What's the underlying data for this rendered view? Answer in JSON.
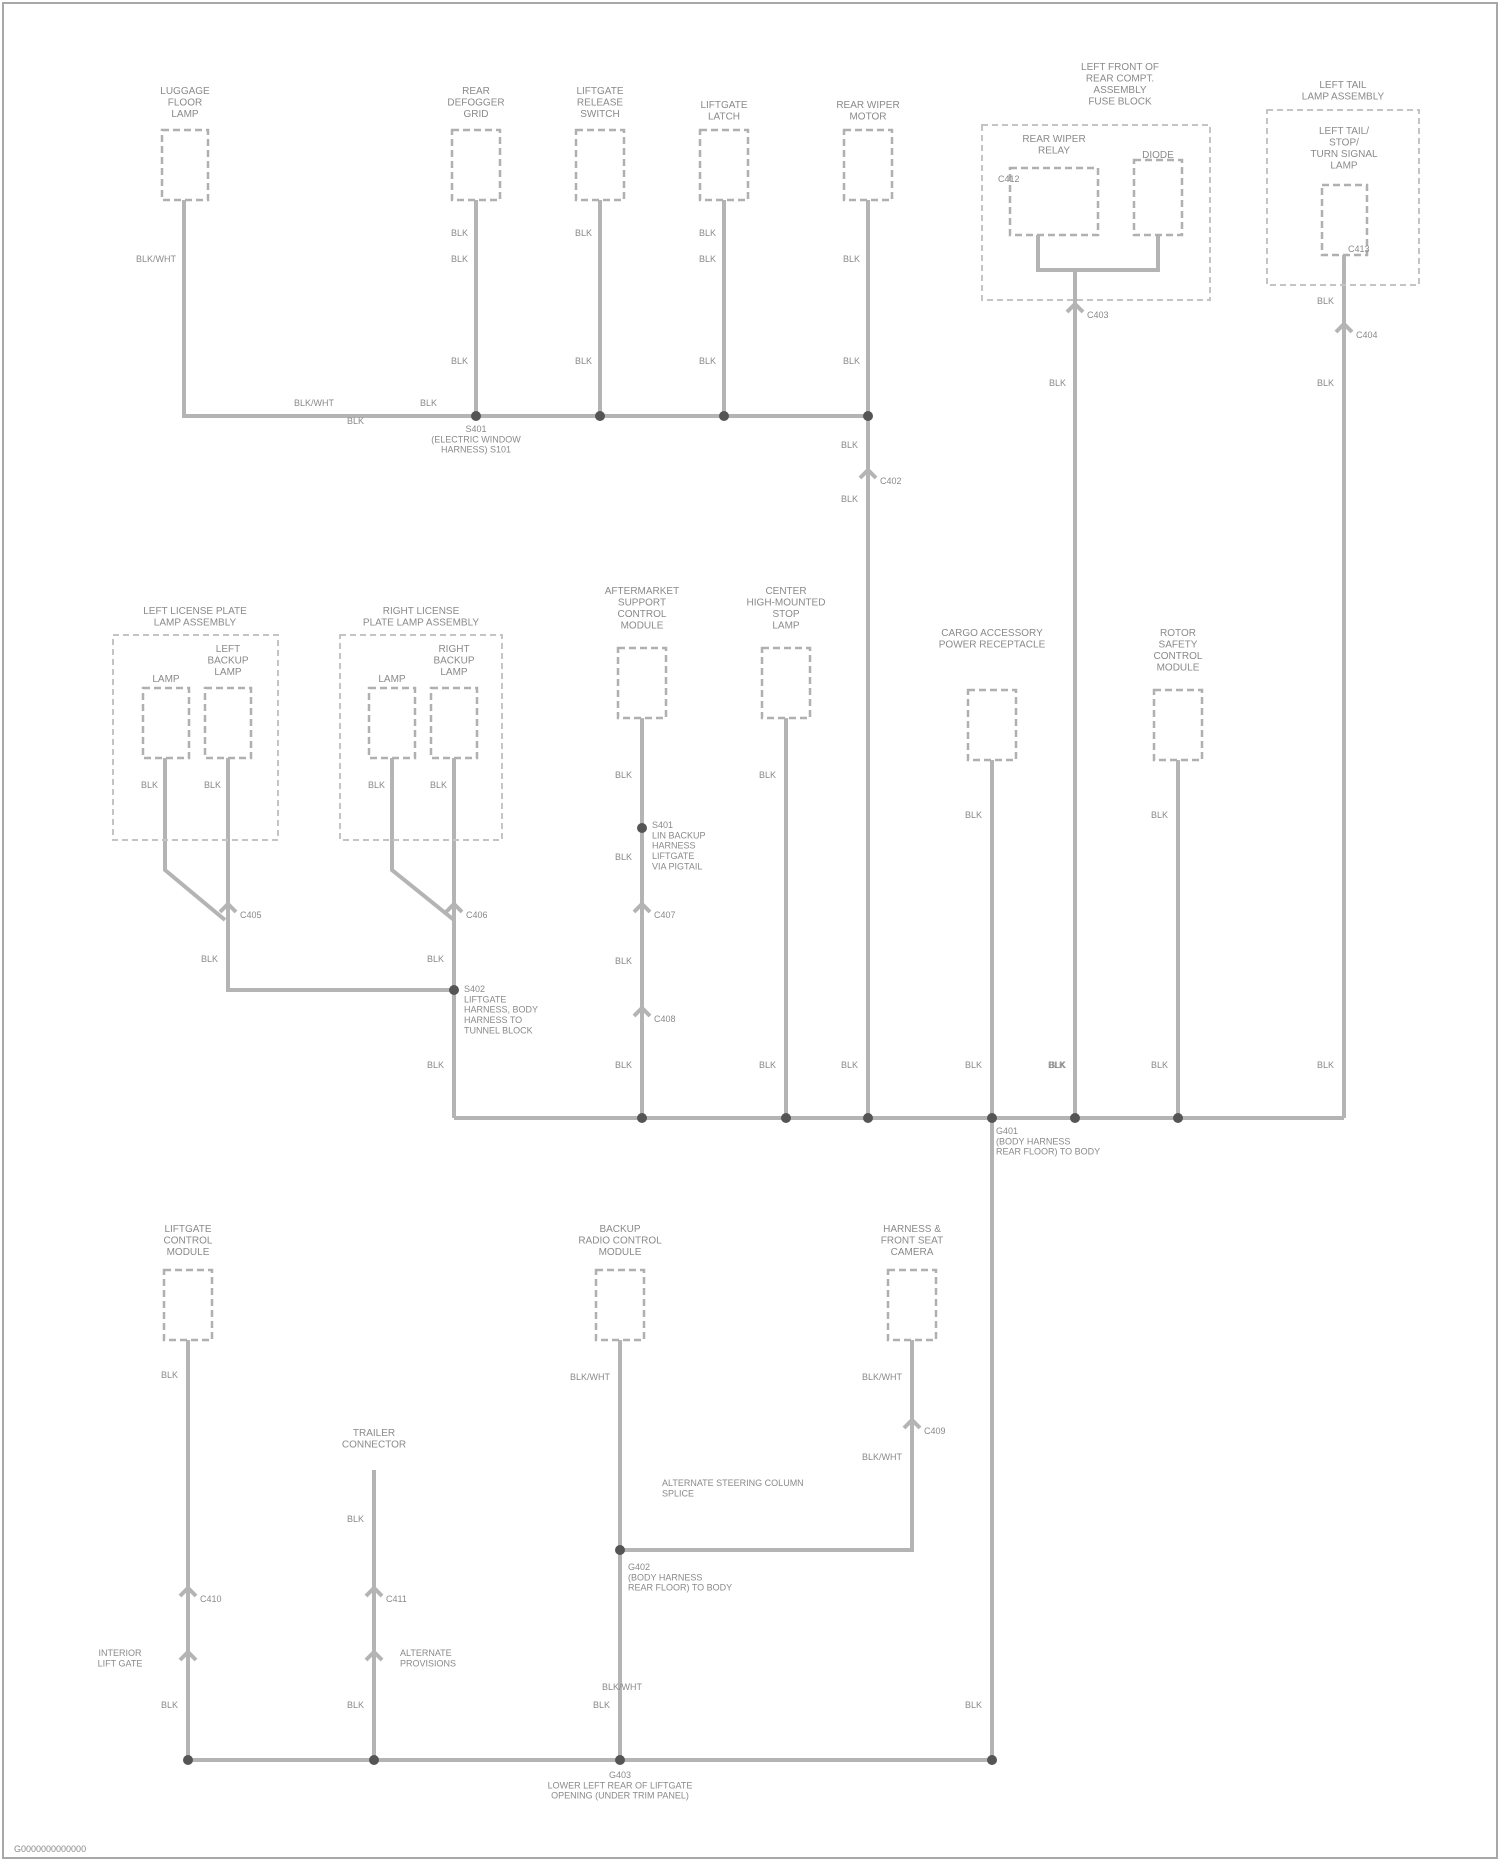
{
  "footer_code": "G0000000000000",
  "components": [
    {
      "id": "c1",
      "label": [
        "LUGGAGE",
        "FLOOR",
        "LAMP"
      ]
    },
    {
      "id": "c2",
      "label": [
        "REAR",
        "DEFOGGER",
        "GRID"
      ]
    },
    {
      "id": "c3",
      "label": [
        "LIFTGATE",
        "RELEASE",
        "SWITCH"
      ]
    },
    {
      "id": "c4",
      "label": [
        "LIFTGATE",
        "LATCH"
      ]
    },
    {
      "id": "c5",
      "label": [
        "REAR WIPER",
        "MOTOR"
      ]
    },
    {
      "id": "c6",
      "label": [
        "LEFT FRONT OF",
        "REAR COMPT.",
        "ASSEMBLY",
        "FUSE BLOCK"
      ]
    },
    {
      "id": "c6a",
      "label": [
        "REAR WIPER",
        "RELAY"
      ]
    },
    {
      "id": "c6b",
      "label": [
        "DIODE"
      ]
    },
    {
      "id": "c7",
      "label": [
        "LEFT TAIL",
        "LAMP ASSEMBLY"
      ]
    },
    {
      "id": "c7a",
      "label": [
        "LEFT TAIL/",
        "STOP/",
        "TURN SIGNAL",
        "LAMP"
      ]
    },
    {
      "id": "c8",
      "label": [
        "LEFT LICENSE PLATE",
        "LAMP ASSEMBLY"
      ]
    },
    {
      "id": "c8a",
      "label": [
        "LAMP"
      ]
    },
    {
      "id": "c8b",
      "label": [
        "LEFT",
        "BACKUP",
        "LAMP"
      ]
    },
    {
      "id": "c9",
      "label": [
        "RIGHT LICENSE",
        "PLATE LAMP ASSEMBLY"
      ]
    },
    {
      "id": "c9a",
      "label": [
        "LAMP"
      ]
    },
    {
      "id": "c9b",
      "label": [
        "RIGHT",
        "BACKUP",
        "LAMP"
      ]
    },
    {
      "id": "c10",
      "label": [
        "AFTERMARKET",
        "SUPPORT",
        "CONTROL",
        "MODULE"
      ]
    },
    {
      "id": "c11",
      "label": [
        "CENTER",
        "HIGH-MOUNTED",
        "STOP",
        "LAMP"
      ]
    },
    {
      "id": "c12",
      "label": [
        "CARGO ACCESSORY",
        "POWER RECEPTACLE"
      ]
    },
    {
      "id": "c13",
      "label": [
        "ROTOR",
        "SAFETY",
        "CONTROL",
        "MODULE"
      ]
    },
    {
      "id": "c14",
      "label": [
        "LIFTGATE",
        "CONTROL",
        "MODULE"
      ]
    },
    {
      "id": "c15",
      "label": [
        "BACKUP",
        "RADIO CONTROL",
        "MODULE"
      ]
    },
    {
      "id": "c16",
      "label": [
        "HARNESS &",
        "FRONT SEAT",
        "CAMERA"
      ]
    },
    {
      "id": "c17",
      "label": [
        "TRAILER",
        "CONNECTOR"
      ]
    }
  ],
  "wires": [
    {
      "id": "w1",
      "text": "BLK/WHT"
    },
    {
      "id": "w2",
      "text": "BLK"
    },
    {
      "id": "w3",
      "text": "BLK"
    },
    {
      "id": "w4",
      "text": "BLK"
    },
    {
      "id": "w5",
      "text": "BLK"
    },
    {
      "id": "w6",
      "text": "BLK"
    },
    {
      "id": "w7",
      "text": "BLK"
    },
    {
      "id": "w8",
      "text": "BLK"
    },
    {
      "id": "w9",
      "text": "BLK"
    },
    {
      "id": "w10",
      "text": "BLK/WHT"
    },
    {
      "id": "w11",
      "text": "BLK"
    },
    {
      "id": "w12",
      "text": "BLK"
    },
    {
      "id": "w13",
      "text": "BLK"
    },
    {
      "id": "w14",
      "text": "BLK"
    },
    {
      "id": "w15",
      "text": "BLK"
    },
    {
      "id": "w16",
      "text": "BLK"
    },
    {
      "id": "w17",
      "text": "BLK"
    },
    {
      "id": "w18",
      "text": "BLK"
    },
    {
      "id": "w19",
      "text": "BLK"
    },
    {
      "id": "w20",
      "text": "BLK"
    },
    {
      "id": "w21",
      "text": "BLK"
    },
    {
      "id": "w22",
      "text": "BLK"
    },
    {
      "id": "w23",
      "text": "BLK"
    },
    {
      "id": "w24",
      "text": "BLK"
    },
    {
      "id": "w25",
      "text": "BLK"
    },
    {
      "id": "w26",
      "text": "BLK"
    },
    {
      "id": "w27",
      "text": "BLK"
    },
    {
      "id": "w28",
      "text": "BLK"
    },
    {
      "id": "w29",
      "text": "BLK"
    },
    {
      "id": "w30",
      "text": "BLK"
    },
    {
      "id": "w31",
      "text": "BLK"
    },
    {
      "id": "w32",
      "text": "BLK"
    },
    {
      "id": "w33",
      "text": "BLK"
    },
    {
      "id": "w34",
      "text": "BLK"
    },
    {
      "id": "w35",
      "text": "BLK"
    },
    {
      "id": "w36",
      "text": "BLK"
    },
    {
      "id": "w37",
      "text": "BLK"
    },
    {
      "id": "w38",
      "text": "BLK"
    },
    {
      "id": "w39",
      "text": "BLK"
    },
    {
      "id": "w40",
      "text": "BLK"
    },
    {
      "id": "w41",
      "text": "BLK"
    },
    {
      "id": "w42",
      "text": "BLK/WHT"
    },
    {
      "id": "w43",
      "text": "BLK/WHT"
    },
    {
      "id": "w44",
      "text": "BLK/WHT"
    },
    {
      "id": "w45",
      "text": "BLK"
    },
    {
      "id": "w46",
      "text": "BLK"
    },
    {
      "id": "w47",
      "text": "BLK"
    },
    {
      "id": "w48",
      "text": "BLK/WHT"
    },
    {
      "id": "w49",
      "text": "BLK"
    },
    {
      "id": "w50",
      "text": "BLK"
    }
  ],
  "connectors": [
    {
      "id": "k1",
      "text": "C402"
    },
    {
      "id": "k2",
      "text": "C403"
    },
    {
      "id": "k3",
      "text": "C404"
    },
    {
      "id": "k4",
      "text": "C405"
    },
    {
      "id": "k5",
      "text": "C406"
    },
    {
      "id": "k6",
      "text": "C407"
    },
    {
      "id": "k7",
      "text": "C408"
    },
    {
      "id": "k8",
      "text": "C409"
    },
    {
      "id": "k9",
      "text": "C410"
    },
    {
      "id": "k10",
      "text": "C411"
    },
    {
      "id": "k11",
      "text": "C412"
    },
    {
      "id": "k12",
      "text": "C413"
    }
  ],
  "splices": [
    {
      "id": "s1",
      "lines": [
        "S401",
        "(ELECTRIC WINDOW",
        "HARNESS) S101"
      ]
    },
    {
      "id": "s2",
      "lines": [
        "S401",
        "LIN BACKUP",
        "HARNESS",
        "LIFTGATE",
        "VIA PIGTAIL"
      ]
    },
    {
      "id": "s3",
      "lines": [
        "S402",
        "LIFTGATE",
        "HARNESS, BODY",
        "HARNESS TO",
        "TUNNEL BLOCK"
      ]
    },
    {
      "id": "s4",
      "lines": [
        "G401",
        "(BODY HARNESS",
        "REAR FLOOR) TO BODY"
      ]
    },
    {
      "id": "s5",
      "lines": [
        "G402",
        "(BODY HARNESS",
        "REAR FLOOR) TO BODY"
      ]
    },
    {
      "id": "s6",
      "lines": [
        "G403",
        "LOWER LEFT REAR OF LIFTGATE",
        "OPENING (UNDER TRIM PANEL)"
      ]
    },
    {
      "id": "s7",
      "lines": [
        "ALTERNATE STEERING COLUMN",
        "SPLICE"
      ]
    },
    {
      "id": "s8",
      "lines": [
        "INTERIOR",
        "LIFT GATE"
      ]
    },
    {
      "id": "s9",
      "lines": [
        "ALTERNATE",
        "PROVISIONS"
      ]
    }
  ]
}
